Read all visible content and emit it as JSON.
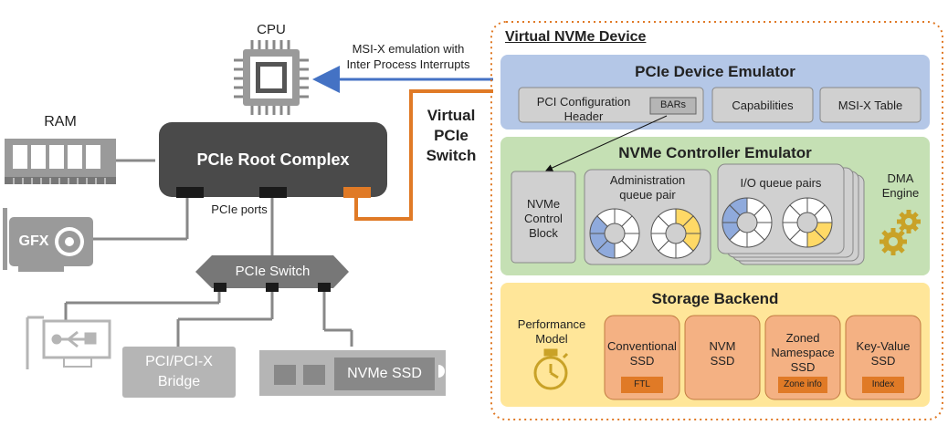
{
  "host": {
    "cpu_label": "CPU",
    "ram_label": "RAM",
    "root_complex_label": "PCIe Root Complex",
    "ports_label": "PCIe ports",
    "gfx_label": "GFX",
    "switch_label": "PCIe Switch",
    "bridge_label_line1": "PCI/PCI-X",
    "bridge_label_line2": "Bridge",
    "nvme_ssd_label": "NVMe SSD",
    "msi_label_line1": "MSI-X emulation with",
    "msi_label_line2": "Inter Process Interrupts",
    "virtual_switch_line1": "Virtual",
    "virtual_switch_line2": "PCIe",
    "virtual_switch_line3": "Switch"
  },
  "device": {
    "title": "Virtual NVMe Device",
    "pcie_emulator": {
      "title": "PCIe Device Emulator",
      "config_header_line1": "PCI Configuration",
      "config_header_line2": "Header",
      "bars": "BARs",
      "capabilities": "Capabilities",
      "msix_table": "MSI-X Table"
    },
    "nvme_controller": {
      "title": "NVMe Controller Emulator",
      "control_block_line1": "NVMe",
      "control_block_line2": "Control",
      "control_block_line3": "Block",
      "admin_queue_line1": "Administration",
      "admin_queue_line2": "queue pair",
      "io_queue": "I/O queue pairs",
      "dma_line1": "DMA",
      "dma_line2": "Engine"
    },
    "storage": {
      "title": "Storage Backend",
      "performance_line1": "Performance",
      "performance_line2": "Model",
      "conventional_line1": "Conventional",
      "conventional_line2": "SSD",
      "conventional_tag": "FTL",
      "nvm_line1": "NVM",
      "nvm_line2": "SSD",
      "zoned_line1": "Zoned",
      "zoned_line2": "Namespace",
      "zoned_line3": "SSD",
      "zoned_tag": "Zone info",
      "kv_line1": "Key-Value",
      "kv_line2": "SSD",
      "kv_tag": "Index"
    }
  },
  "colors": {
    "dark_gray": "#4a4a4a",
    "mid_gray": "#888888",
    "light_gray": "#b5b5b5",
    "orange": "#e07a26",
    "arrow_blue": "#4472c4",
    "pcie_panel": "#b4c7e7",
    "nvme_panel": "#c5e0b4",
    "storage_panel": "#ffe699",
    "ssd_box": "#f4b183",
    "queue_blue": "#8faadc",
    "queue_yellow": "#ffd966",
    "gear": "#c9a227"
  }
}
